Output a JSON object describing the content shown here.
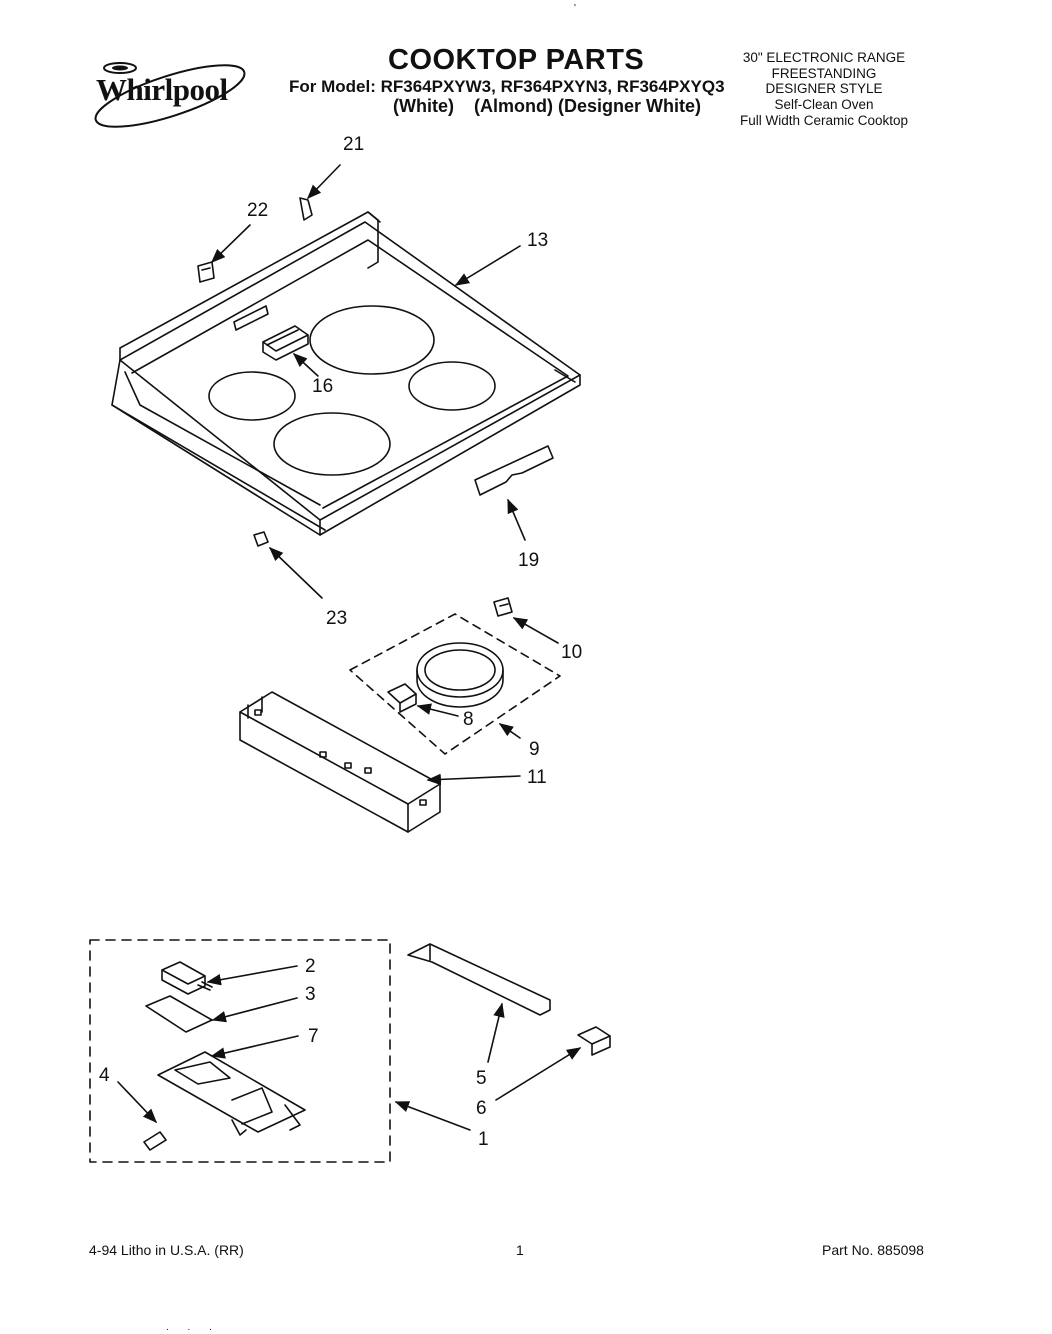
{
  "header": {
    "brand": "Whirlpool",
    "title": "COOKTOP PARTS",
    "model_line": "For Model: RF364PXYW3, RF364PXYN3, RF364PXYQ3",
    "color_line": "(White)    (Almond) (Designer White)",
    "description": [
      "30\" ELECTRONIC RANGE",
      "FREESTANDING",
      "DESIGNER STYLE",
      "Self-Clean Oven",
      "Full Width Ceramic Cooktop"
    ]
  },
  "parts": {
    "p21": "21",
    "p22": "22",
    "p13": "13",
    "p16": "16",
    "p19": "19",
    "p23": "23",
    "p10": "10",
    "p8": "8",
    "p9": "9",
    "p11": "11",
    "p2": "2",
    "p3": "3",
    "p7": "7",
    "p4": "4",
    "p5": "5",
    "p6": "6",
    "p1": "1"
  },
  "footer": {
    "litho": "4-94 Litho in U.S.A. (RR)",
    "page": "1",
    "part_no": "Part No. 885098"
  },
  "stray_marks": {
    "top": "'",
    "bottom": ". . ."
  }
}
